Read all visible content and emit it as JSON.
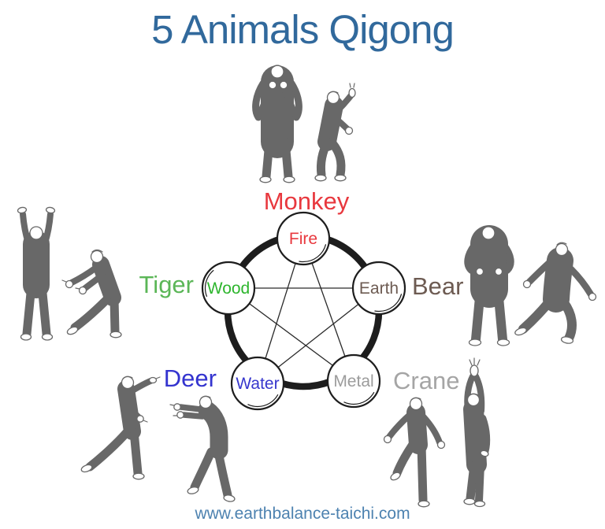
{
  "title": {
    "text": "5 Animals Qigong",
    "color": "#31699c"
  },
  "footer": {
    "url": "www.earthbalance-taichi.com",
    "color": "#4d82b0"
  },
  "colors": {
    "title_blue": "#31699c",
    "footer_blue": "#4d82b0",
    "fire_red": "#e8383e",
    "wood_green": "#2db52d",
    "tiger_green": "#5bb657",
    "earth_brown": "#6d5b52",
    "water_blue": "#3737cd",
    "deer_blue": "#3434cf",
    "metal_gray": "#9c9c9c",
    "crane_gray": "#a5a5a5",
    "diagram_black": "#1d1d1d",
    "figure_line_gray": "#686868"
  },
  "diagram": {
    "elements": [
      {
        "label": "Fire",
        "color": "#e8383e",
        "animal": "Monkey"
      },
      {
        "label": "Wood",
        "color": "#2db52d",
        "animal": "Tiger"
      },
      {
        "label": "Earth",
        "color": "#6d5b52",
        "animal": "Bear"
      },
      {
        "label": "Water",
        "color": "#3737cd",
        "animal": "Deer"
      },
      {
        "label": "Metal",
        "color": "#9c9c9c",
        "animal": "Crane"
      }
    ],
    "animals": [
      {
        "label": "Monkey",
        "color": "#e8383e",
        "element": "Fire"
      },
      {
        "label": "Tiger",
        "color": "#5bb657",
        "element": "Wood"
      },
      {
        "label": "Bear",
        "color": "#6d5b52",
        "element": "Earth"
      },
      {
        "label": "Deer",
        "color": "#3434cf",
        "element": "Water"
      },
      {
        "label": "Crane",
        "color": "#a5a5a5",
        "element": "Metal"
      }
    ],
    "star_connections": [
      [
        "Fire",
        "Metal"
      ],
      [
        "Metal",
        "Wood"
      ],
      [
        "Wood",
        "Earth"
      ],
      [
        "Earth",
        "Water"
      ],
      [
        "Water",
        "Fire"
      ]
    ]
  },
  "figures": [
    {
      "name": "monkey-figure-1",
      "animal": "Monkey",
      "pose": "standing, fists raised to chest"
    },
    {
      "name": "monkey-figure-2",
      "animal": "Monkey",
      "pose": "crouching, one hand raised"
    },
    {
      "name": "tiger-figure-1",
      "animal": "Tiger",
      "pose": "standing, arms stretched overhead"
    },
    {
      "name": "tiger-figure-2",
      "animal": "Tiger",
      "pose": "leaning forward, claws reaching down"
    },
    {
      "name": "bear-figure-1",
      "animal": "Bear",
      "pose": "standing, hands curled at belly"
    },
    {
      "name": "bear-figure-2",
      "animal": "Bear",
      "pose": "wide stance, swaying sideways"
    },
    {
      "name": "deer-figure-1",
      "animal": "Deer",
      "pose": "lunging, arm pointing upward"
    },
    {
      "name": "deer-figure-2",
      "animal": "Deer",
      "pose": "bent forward, arms extended"
    },
    {
      "name": "crane-figure-1",
      "animal": "Crane",
      "pose": "one leg raised, arms spread"
    },
    {
      "name": "crane-figure-2",
      "animal": "Crane",
      "pose": "arms pressed overhead, leg lifted"
    }
  ]
}
